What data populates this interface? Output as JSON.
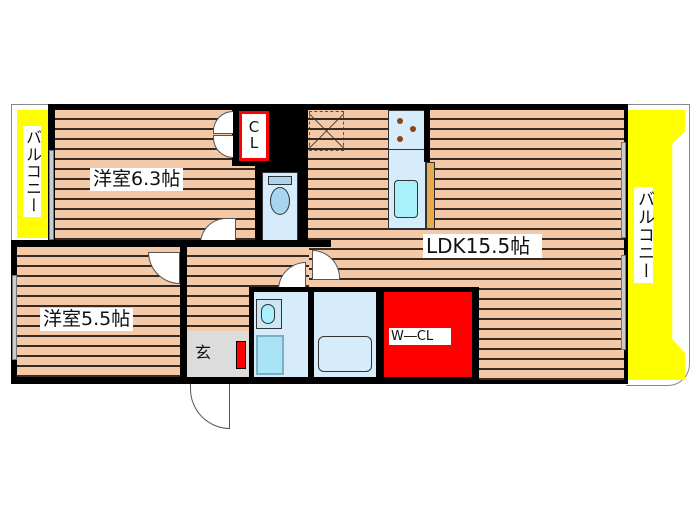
{
  "floorplan": {
    "rooms": {
      "western_room_1": {
        "label": "洋室6.3帖",
        "type": "Western-style room",
        "size_jo": 6.3
      },
      "western_room_2": {
        "label": "洋室5.5帖",
        "type": "Western-style room",
        "size_jo": 5.5
      },
      "ldk": {
        "label": "LDK15.5帖",
        "type": "Living Dining Kitchen",
        "size_jo": 15.5
      },
      "closet": {
        "label_line1": "C",
        "label_line2": "L"
      },
      "walk_in_closet": {
        "label": "W―CL"
      },
      "entrance": {
        "label": "玄"
      },
      "balcony_left": {
        "label": "バルコニー"
      },
      "balcony_right": {
        "label": "バルコニー"
      }
    },
    "fixtures": [
      "toilet",
      "washbasin",
      "washing-machine-space",
      "bathtub",
      "kitchen-stove",
      "kitchen-sink",
      "kitchen-counter",
      "shoe-cabinet",
      "storage-hatch"
    ],
    "colors": {
      "floor": "#f3c9a8",
      "floor_lines": "#3a2a20",
      "wall": "#000000",
      "wet_area": "#d6ecfb",
      "fixture_blue": "#a8e4f6",
      "closet_red": "#ff0000",
      "balcony_yellow": "#ffff00",
      "counter_orange": "#e9a94e",
      "entrance_gray": "#dcdcdc"
    }
  }
}
